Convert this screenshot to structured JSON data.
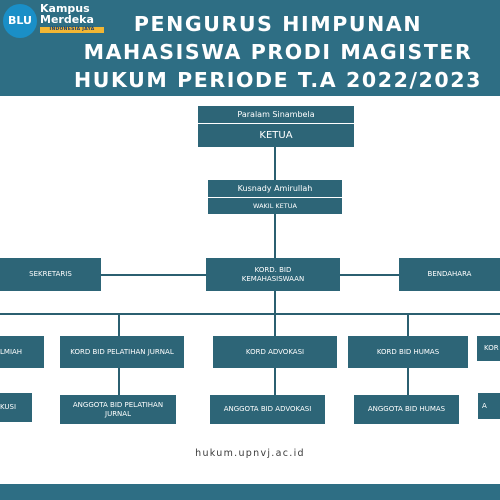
{
  "header": {
    "title_lines": [
      "PENGURUS HIMPUNAN",
      "MAHASISWA PRODI MAGISTER",
      "HUKUM PERIODE T.A 2022/2023"
    ],
    "blu_logo": "BLU",
    "km_logo": {
      "line1": "Kampus",
      "line2": "Merdeka",
      "strip": "INDONESIA JAYA"
    }
  },
  "org": {
    "ketua": {
      "name": "Paralam Sinambela",
      "role": "KETUA"
    },
    "wakil": {
      "name": "Kusnady Amirullah",
      "role": "WAKIL KETUA"
    },
    "sekretaris": "SEKRETARIS",
    "kord_kemahasiswaan": "KORD. BID KEMAHASISWAAN",
    "bendahara": "BENDAHARA",
    "kord_ilmiah_partial": "LMIAH",
    "kord_pelatihan_jurnal": "KORD BID PELATIHAN JURNAL",
    "kord_advokasi": "KORD ADVOKASI",
    "kord_humas": "KORD BID HUMAS",
    "kord_partial_right": "KOR",
    "anggota_diskusi_partial": "KUSI",
    "anggota_pelatihan_jurnal": "ANGGOTA BID PELATIHAN JURNAL",
    "anggota_advokasi": "ANGGOTA BID ADVOKASI",
    "anggota_humas": "ANGGOTA BID HUMAS",
    "anggota_partial_right": "A"
  },
  "footer": {
    "url": "hukum.upnvj.ac.id"
  }
}
